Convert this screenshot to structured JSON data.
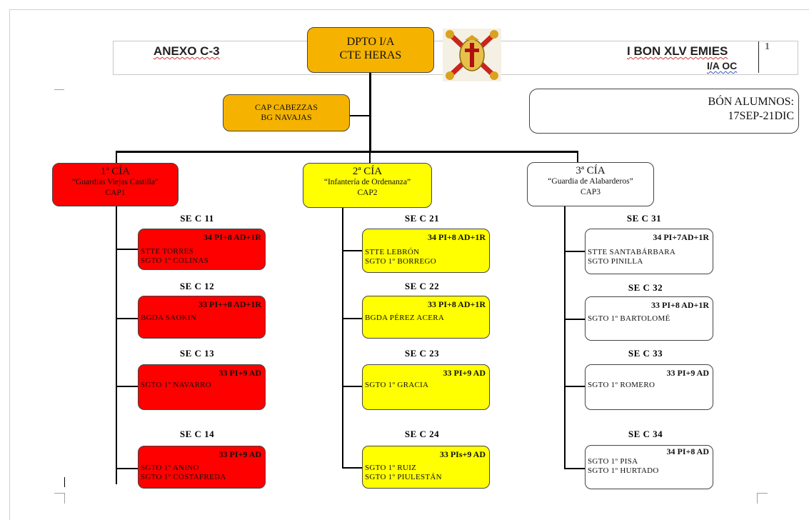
{
  "header": {
    "annex": "ANEXO C-3",
    "unit": "I BON XLV EMIES",
    "unit_sub": "I/A OC",
    "page_marker": "1"
  },
  "top_box": {
    "line1": "DPTO I/A",
    "line2": "CTE HERAS"
  },
  "staff_box": {
    "line1": "CAP CABEZZAS",
    "line2": "BG NAVAJAS"
  },
  "info_box": {
    "line1": "BÓN ALUMNOS:",
    "line2": "17SEP-21DIC"
  },
  "emblem": {
    "icon": "coat-of-arms-icon"
  },
  "colors": {
    "orange": "#f5b300",
    "red": "#ff0000",
    "yellow": "#ffff00",
    "white": "#ffffff"
  },
  "companies": [
    {
      "title": "1ª CÍA",
      "subtitle": "“Guardias Viejas Castilla”",
      "captain": "CAP1",
      "sections": [
        {
          "label": "SE C 11",
          "count": "34 PI+8 AD+1R",
          "names": [
            "STTE TORRES",
            "SGTO 1º COLINAS"
          ]
        },
        {
          "label": "SE C 12",
          "count": "33 PI++8 AD+1R",
          "names": [
            "BGDA SAOKIN"
          ]
        },
        {
          "label": "SE C 13",
          "count": "33 PI+9 AD",
          "names": [
            "SGTO 1º NAVARRO"
          ]
        },
        {
          "label": "SE C 14",
          "count": "33 PI+9 AD",
          "names": [
            "SGTO 1º ANINO",
            "SGTO 1º COSTAFREDA"
          ]
        }
      ]
    },
    {
      "title": "2ª CÍA",
      "subtitle": "“Infantería de Ordenanza”",
      "captain": "CAP2",
      "sections": [
        {
          "label": "SE C 21",
          "count": "34 PI+8 AD+1R",
          "names": [
            "STTE LEBRÓN",
            "SGTO 1º BORREGO"
          ]
        },
        {
          "label": "SE C 22",
          "count": "33 PI+8 AD+1R",
          "names": [
            "BGDA PÉREZ ACERA"
          ]
        },
        {
          "label": "SE C 23",
          "count": "33 PI+9 AD",
          "names": [
            "SGTO 1º GRACIA"
          ]
        },
        {
          "label": "SE C 24",
          "count": "33 PIs+9 AD",
          "names": [
            "SGTO 1º RUIZ",
            "SGTO 1º PIULESTÁN"
          ]
        }
      ]
    },
    {
      "title": "3ª CÍA",
      "subtitle": "“Guardia de Alabarderos”",
      "captain": "CAP3",
      "sections": [
        {
          "label": "SE C 31",
          "count": "34 PI+7AD+1R",
          "names": [
            "STTE SANTABÁRBARA",
            "SGTO PINILLA"
          ]
        },
        {
          "label": "SE C 32",
          "count": "33 PI+8 AD+1R",
          "names": [
            "SGTO 1º BARTOLOMÉ"
          ]
        },
        {
          "label": "SE C 33",
          "count": "33 PI+9 AD",
          "names": [
            "SGTO 1º ROMERO"
          ]
        },
        {
          "label": "SE C 34",
          "count": "34 PI+8 AD",
          "names": [
            "SGTO 1º PISA",
            "SGTO 1º HURTADO"
          ]
        }
      ]
    }
  ]
}
